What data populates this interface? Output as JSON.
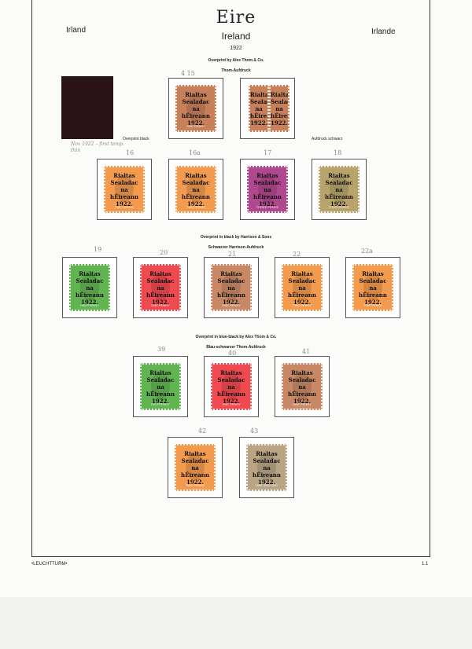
{
  "header": {
    "title": "Eire",
    "subtitle": "Ireland",
    "year": "1922",
    "left_label": "Irland",
    "right_label": "Irlande"
  },
  "sections": [
    {
      "caption_en": "Overprint by Alex Thom & Co.",
      "caption_de": "Thom-Aufdruck",
      "sub_left": "Overprint black",
      "sub_right": "Aufdruck schwarz"
    },
    {
      "caption_en": "Overprint in black by Harrison & Sons",
      "caption_de": "Schwarzer Harrison-Aufdruck"
    },
    {
      "caption_en": "Overprint in blue-black by Alex Thom & Co.",
      "caption_de": "Blau-schwarzer Thom-Aufdruck"
    }
  ],
  "overprint": [
    "Rialtas",
    "Sealadac",
    "na",
    "hÉireann",
    "1922."
  ],
  "handwritten_note": "Nov 1922 – first temp. thin",
  "pencil_numbers": [
    "4 15",
    "16",
    "16a",
    "17",
    "18",
    "19",
    "20",
    "21",
    "22",
    "22a",
    "39",
    "40",
    "41",
    "42",
    "43"
  ],
  "value_labels": [
    "ONE PENNY",
    "TWO PENCE",
    "THREE PENCE",
    "FOUR PENCE",
    "HALFPENNY",
    "ONE SHILLING",
    "TWO PENCE HALFPENNY",
    "ONE PENNY HALFPENNY"
  ],
  "footer": {
    "brand": "•LEUCHTTURM•",
    "page": "1.1"
  },
  "colors": {
    "page_background": "#fbfbf9",
    "frame_line": "#333333",
    "dark_card": "#2a1219"
  }
}
